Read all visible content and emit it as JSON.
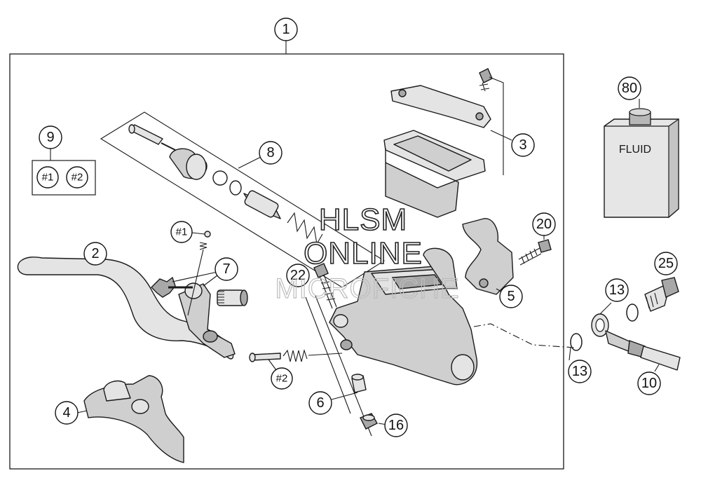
{
  "callouts": {
    "c1": "1",
    "c2": "2",
    "c3": "3",
    "c4": "4",
    "c5": "5",
    "c6": "6",
    "c7": "7",
    "c8": "8",
    "c9": "9",
    "c10": "10",
    "c13a": "13",
    "c13b": "13",
    "c16": "16",
    "c20": "20",
    "c22": "22",
    "c25": "25",
    "c80": "80"
  },
  "refs": {
    "set_a": "#1",
    "set_b": "#2",
    "ball": "#1",
    "spring": "#2"
  },
  "fluid_label": "FLUID",
  "watermark": {
    "line1": "HLSM",
    "line2": "ONLINE",
    "line3": "MICROFICHE"
  }
}
